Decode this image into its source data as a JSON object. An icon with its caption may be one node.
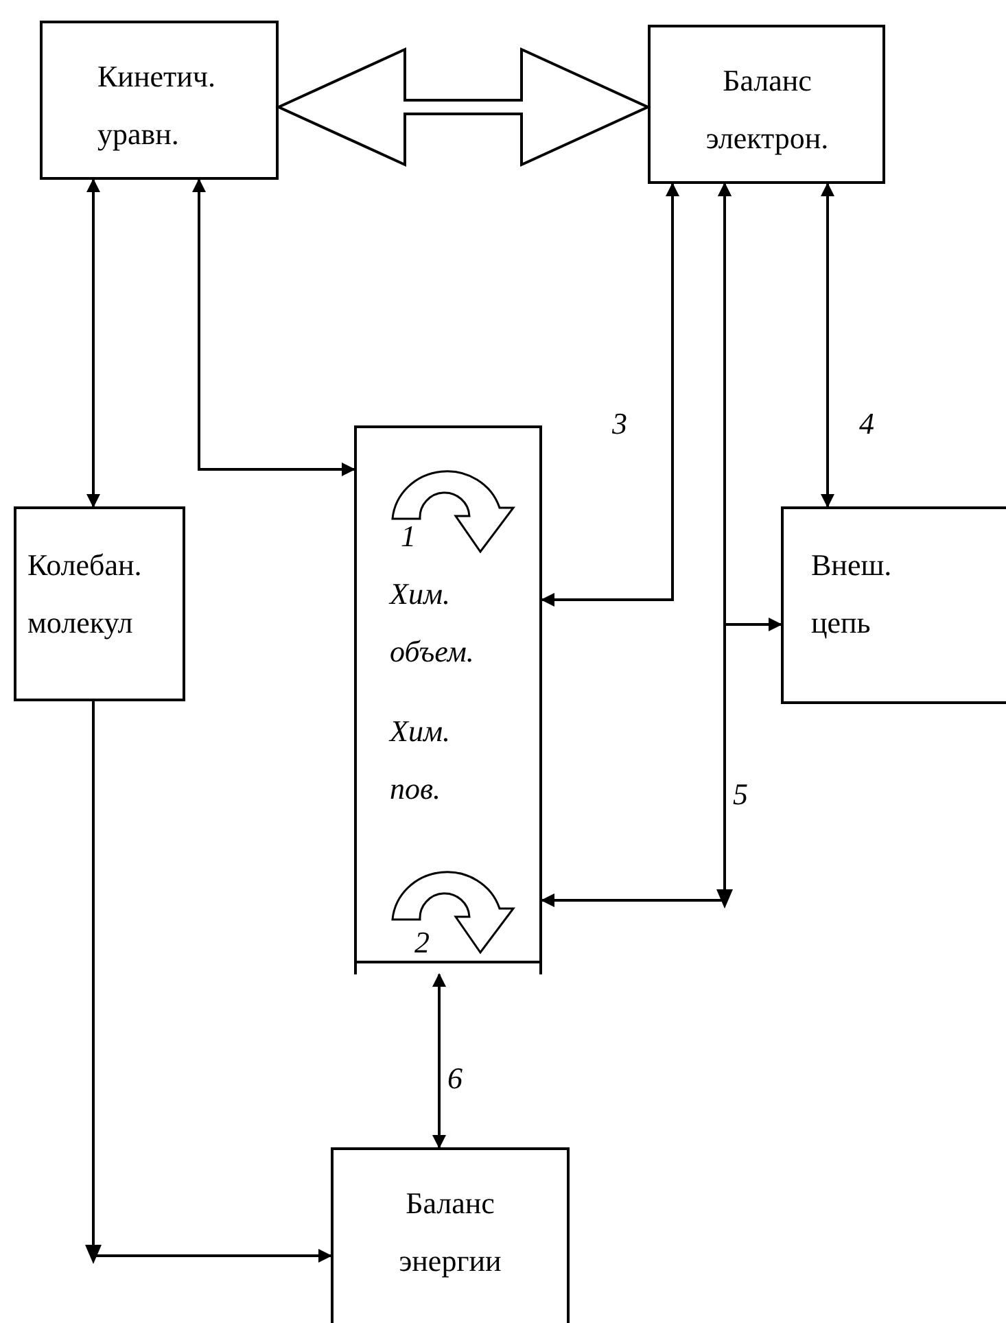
{
  "diagram": {
    "nodes": [
      {
        "text": [
          "Кинетич. уравн."
        ]
      },
      {
        "text": [
          "Баланс электрон."
        ]
      },
      {
        "text": [
          "Колебан. молекул"
        ]
      },
      {
        "text": [
          "Хим. объем.",
          "Хим. пов."
        ]
      },
      {
        "text": [
          "Внеш. цепь"
        ]
      },
      {
        "text": [
          "Баланс энергии"
        ]
      }
    ],
    "edges": [
      {
        "from": 0,
        "to": 1,
        "arrow": "both",
        "style": "thick"
      },
      {
        "from": 0,
        "to": 2,
        "arrow": "both"
      },
      {
        "from": 0,
        "to": 3,
        "arrow": "both"
      },
      {
        "from": 1,
        "to": 3,
        "arrow": "both",
        "label": "3"
      },
      {
        "from": 1,
        "to": 4,
        "arrow": "both",
        "label": "4"
      },
      {
        "from": 1,
        "to": 3,
        "arrow": "both",
        "label": "5"
      },
      {
        "from": 1,
        "to": 4,
        "arrow": "both"
      },
      {
        "from": 3,
        "to": 5,
        "arrow": "both",
        "label": "6"
      },
      {
        "from": 2,
        "to": 5,
        "arrow": "to"
      }
    ],
    "labels": [
      "1",
      "2"
    ]
  }
}
